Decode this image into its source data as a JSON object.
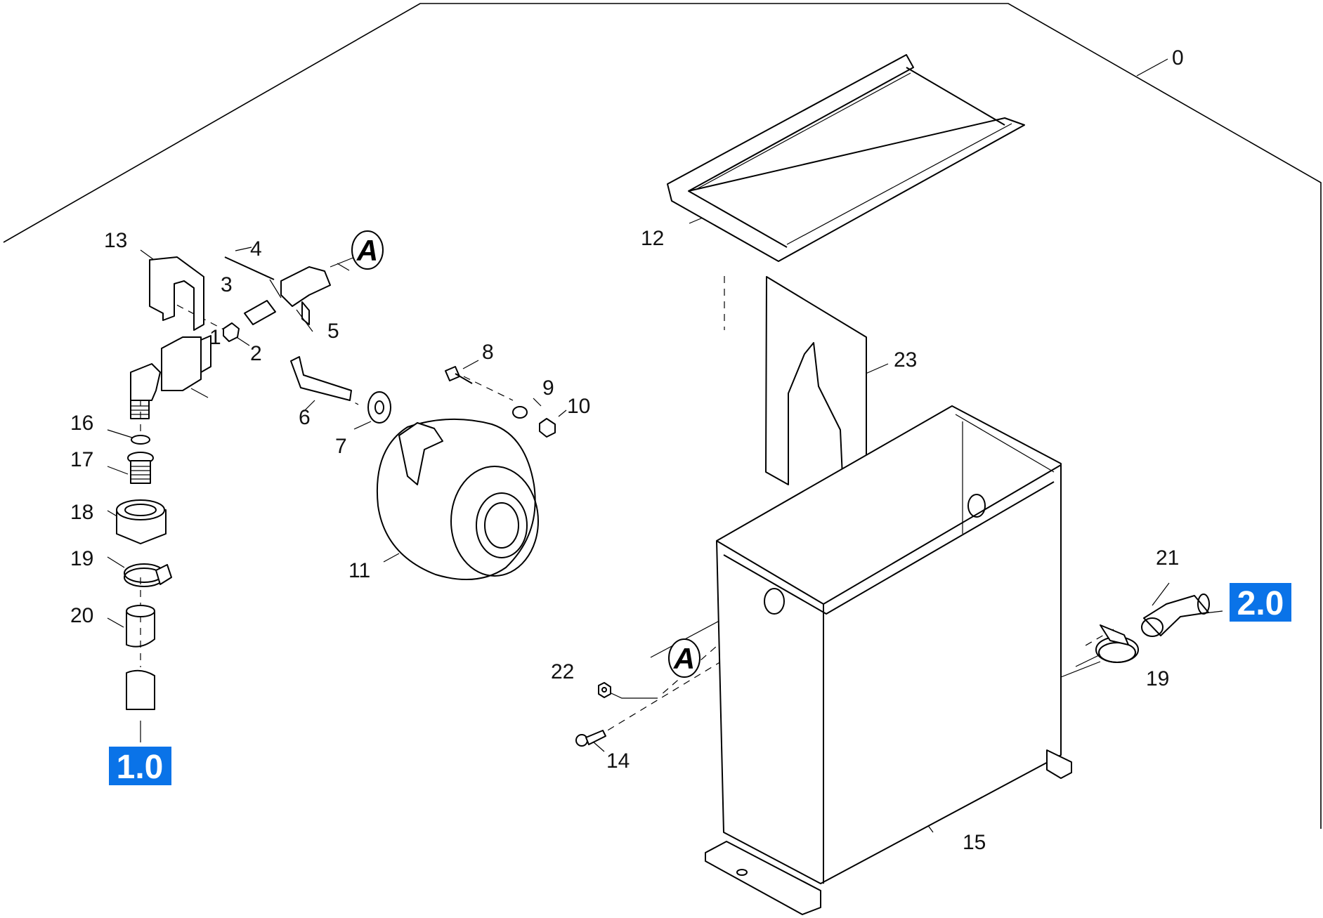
{
  "diagram": {
    "part_labels": {
      "p0": "0",
      "p1": "1",
      "p2": "2",
      "p3": "3",
      "p4": "4",
      "p5": "5",
      "p6": "6",
      "p7": "7",
      "p8": "8",
      "p9": "9",
      "p10": "10",
      "p11": "11",
      "p12": "12",
      "p13": "13",
      "p14": "14",
      "p15": "15",
      "p16": "16",
      "p17": "17",
      "p18": "18",
      "p19a": "19",
      "p19b": "19",
      "p20": "20",
      "p21": "21",
      "p22": "22",
      "p23": "23"
    },
    "callouts": {
      "a1": "A",
      "a2": "A"
    },
    "references": {
      "r1": "1.0",
      "r2": "2.0"
    },
    "colors": {
      "reference_badge": "#0a73e8",
      "line": "#000000",
      "background": "#ffffff"
    }
  }
}
